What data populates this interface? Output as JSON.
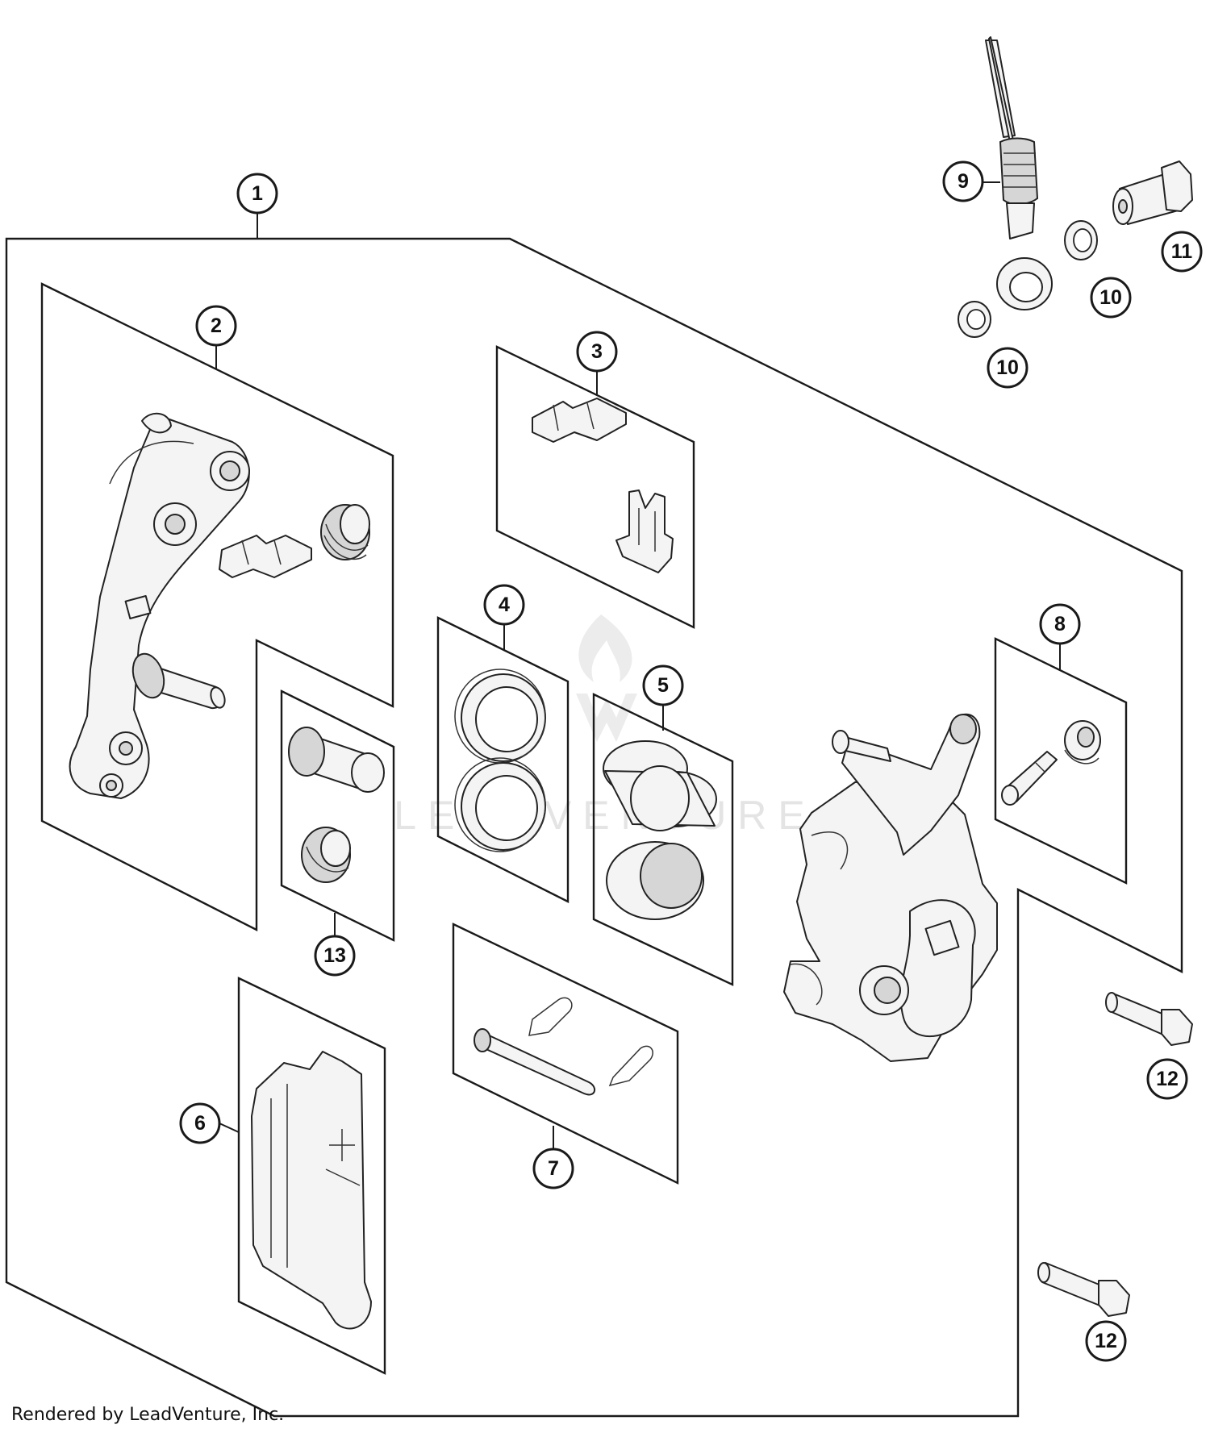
{
  "diagram": {
    "watermark_text": "LEADVENTURE",
    "callouts": [
      "1",
      "2",
      "3",
      "4",
      "5",
      "6",
      "7",
      "8",
      "9",
      "10",
      "10",
      "11",
      "12",
      "12",
      "13"
    ],
    "footer": "Rendered by LeadVenture, Inc."
  }
}
